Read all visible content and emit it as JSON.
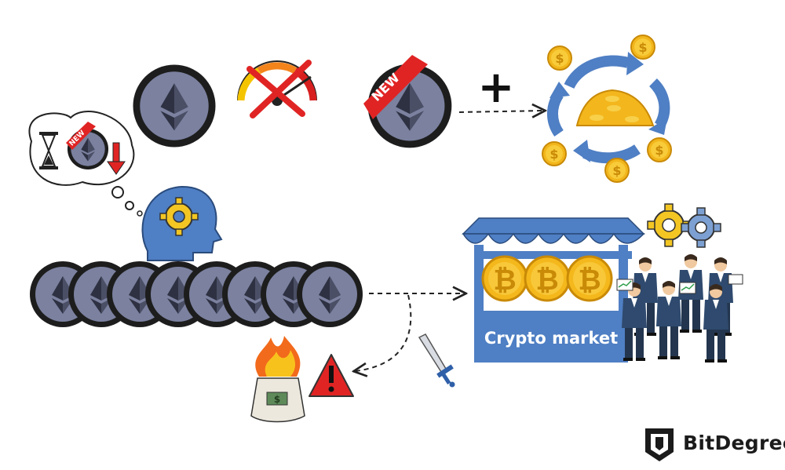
{
  "badges": {
    "new_top": "NEW",
    "new_bubble": "NEW"
  },
  "market": {
    "label": "Crypto market",
    "coin_symbol": "₿"
  },
  "coins": {
    "dollar_symbol": "$"
  },
  "operator": {
    "plus": "+"
  },
  "brand": {
    "name": "BitDegree"
  },
  "colors": {
    "eth_face": "#7a809e",
    "eth_rim": "#1a1a1a",
    "gold": "#f4b81c",
    "blue": "#4f7fc4",
    "red": "#e02424",
    "fire": "#f26a1b"
  }
}
